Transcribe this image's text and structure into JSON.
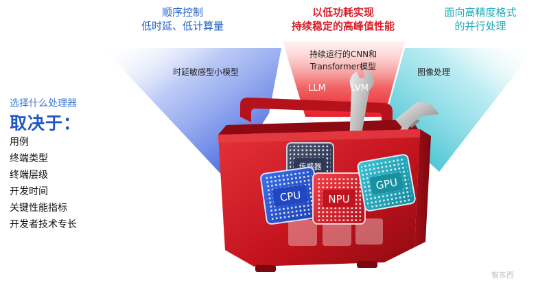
{
  "headers": [
    {
      "lines": [
        "顺序控制",
        "低时延、低计算量"
      ],
      "color": "#1f5fc4"
    },
    {
      "lines": [
        "以低功耗实现",
        "持续稳定的高峰值性能"
      ],
      "color": "#d81e2a"
    },
    {
      "lines": [
        "面向高精度格式",
        "的并行处理"
      ],
      "color": "#1aa9b8"
    }
  ],
  "beams": {
    "left": "时延敏感型小模型",
    "center": [
      "持续运行的CNN和",
      "Transformer模型"
    ],
    "center_models": [
      "LLM",
      "LVM"
    ],
    "right": "图像处理"
  },
  "left_panel": {
    "intro": "选择什么处理器",
    "big": "取决于：",
    "items": [
      "用例",
      "终端类型",
      "终端层级",
      "开发时间",
      "关键性能指标",
      "开发者技术专长"
    ]
  },
  "chips": {
    "cpu": "CPU",
    "npu": "NPU",
    "gpu": "GPU",
    "sensor": "传感器"
  },
  "colors": {
    "blue": "#1f5fc4",
    "red": "#d81e2a",
    "teal": "#1aa9b8",
    "toolbox": "#c8141e"
  },
  "watermark": "智东西"
}
